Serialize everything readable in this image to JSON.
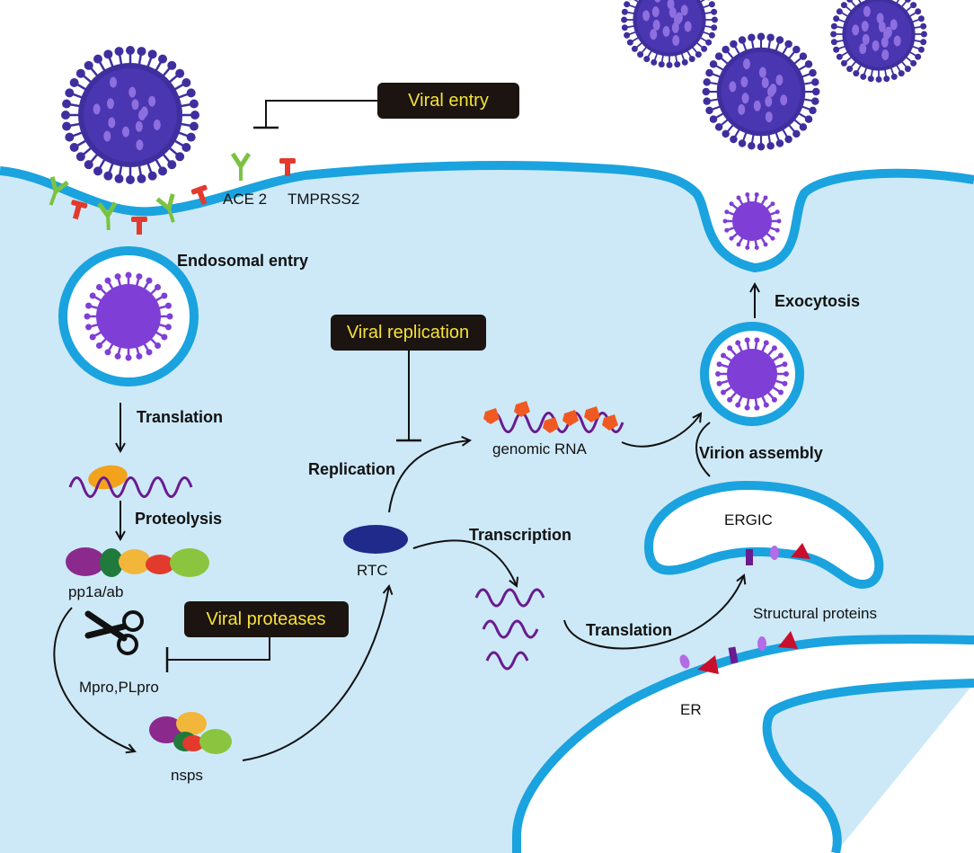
{
  "labels": {
    "ace2": "ACE 2",
    "tmprss2": "TMPRSS2",
    "endosomal_entry": "Endosomal entry",
    "translation_1": "Translation",
    "proteolysis": "Proteolysis",
    "pp1a_ab": "pp1a/ab",
    "mpro_plpro": "Mpro,PLpro",
    "nsps": "nsps",
    "rtc": "RTC",
    "replication": "Replication",
    "transcription": "Transcription",
    "genomic_rna": "genomic RNA",
    "translation_2": "Translation",
    "structural_proteins": "Structural proteins",
    "ergic": "ERGIC",
    "er": "ER",
    "virion_assembly": "Virion assembly",
    "exocytosis": "Exocytosis"
  },
  "targets": {
    "viral_entry": "Viral entry",
    "viral_replication": "Viral replication",
    "viral_proteases": "Viral proteases"
  },
  "colors": {
    "cytoplasm": "#cde9f8",
    "membrane": "#1aa3de",
    "virus_outer": "#3f2f9e",
    "virus_inner": "#7f3fd6",
    "target_box": "#1c1410",
    "target_text": "#f5e23a",
    "receptor_ace2": "#7cc242",
    "receptor_tmprss2": "#e23a2c",
    "rna": "#6a1b8f",
    "rtc": "#1f2a8a"
  }
}
